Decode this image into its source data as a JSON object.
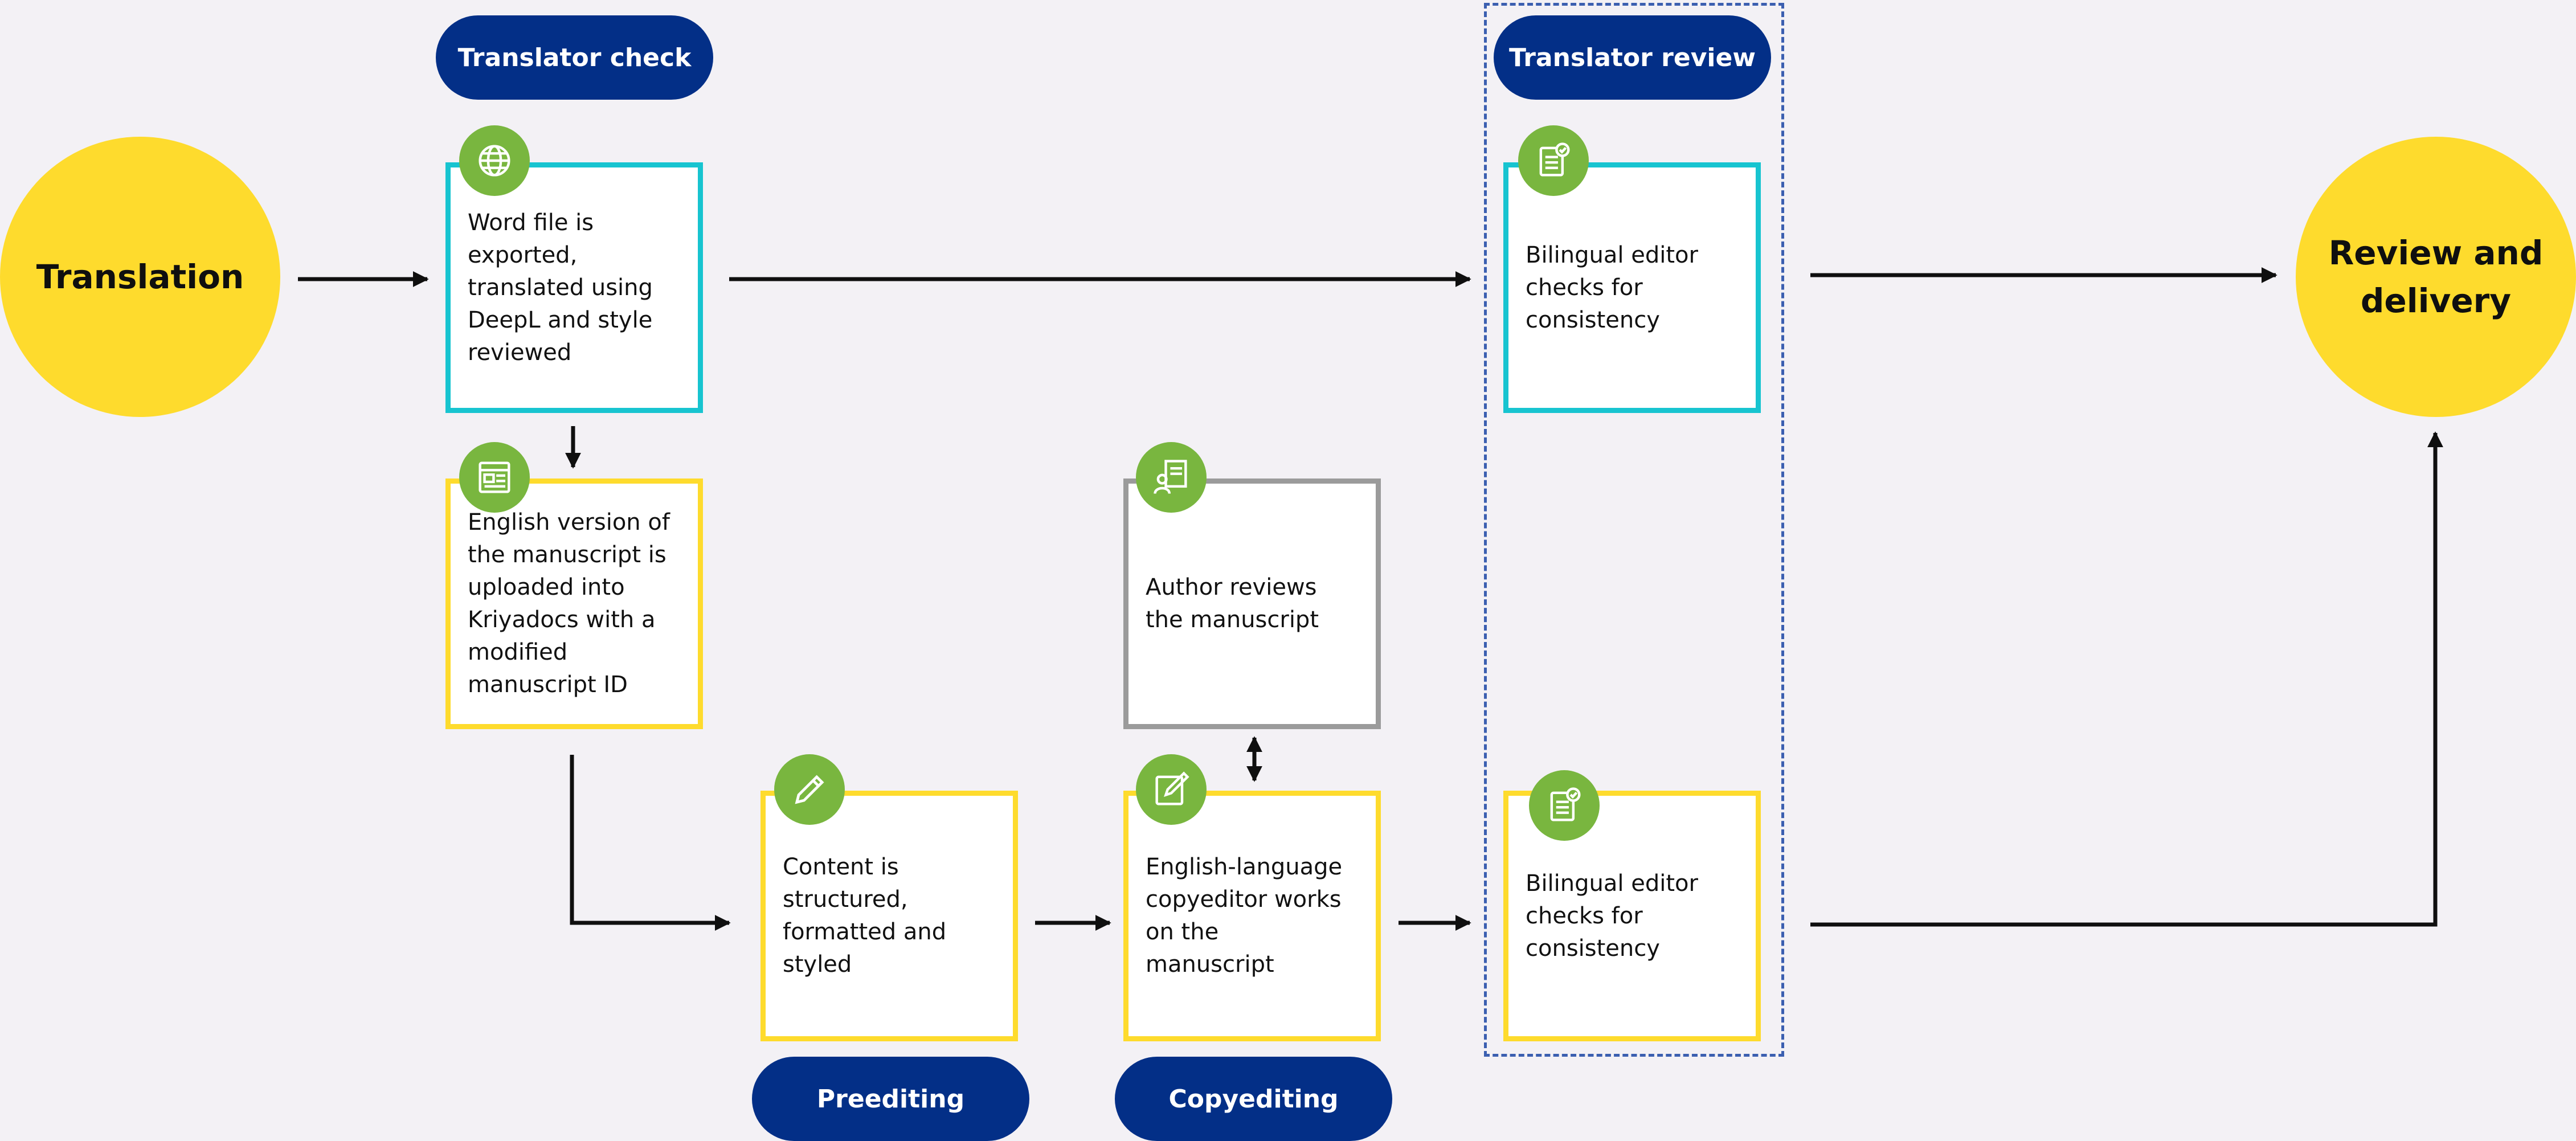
{
  "nodes": {
    "translation": "Translation",
    "review_delivery": "Review and\ndelivery"
  },
  "labels": {
    "translator_check": "Translator check",
    "translator_review": "Translator review",
    "preediting": "Preediting",
    "copyediting": "Copyediting"
  },
  "boxes": {
    "word_file": "Word file is\nexported,\ntranslated using\nDeepL and style\nreviewed",
    "english_version": "English version of\nthe manuscript is\nuploaded into\nKriyadocs with a\nmodified\nmanuscript ID",
    "content_structured": "Content is\nstructured,\nformatted and\nstyled",
    "author_reviews": "Author reviews\nthe manuscript",
    "copyeditor_works": "English-language\ncopyeditor works\non the\nmanuscript",
    "bilingual_top": "Bilingual editor\nchecks for\nconsistency",
    "bilingual_bottom": "Bilingual editor\nchecks for\nconsistency"
  },
  "icons": {
    "word_file": "globe-translate-icon",
    "english_version": "web-document-icon",
    "content_structured": "pencil-icon",
    "author_reviews": "author-document-icon",
    "copyeditor_works": "edit-note-icon",
    "bilingual_top": "checklist-icon",
    "bilingual_bottom": "checklist-icon"
  },
  "colors": {
    "background": "#f3f1f5",
    "yellow": "#fedb2d",
    "navy": "#032f87",
    "teal": "#17c4d0",
    "gray": "#9b9b9b",
    "green": "#79b63f",
    "dashed": "#3b5fb0"
  }
}
